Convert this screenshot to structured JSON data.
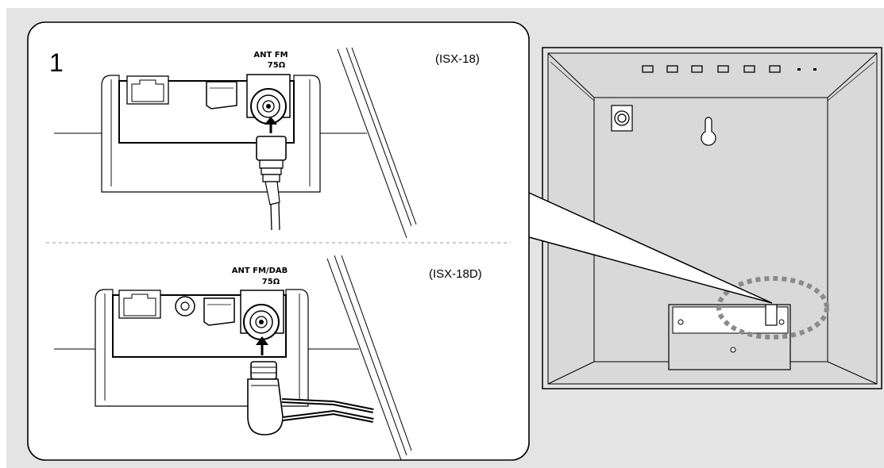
{
  "step_number": "1",
  "top_panel": {
    "connector_label": "ANT FM",
    "impedance_label": "75Ω",
    "model_label": "(ISX-18)"
  },
  "bottom_panel": {
    "connector_label": "ANT FM/DAB",
    "impedance_label": "75Ω",
    "model_label": "(ISX-18D)"
  },
  "colors": {
    "background": "#e4e4e4",
    "panel_fill": "#ffffff",
    "line": "#000000",
    "device_fill": "#d9d9d9",
    "highlight_dots": "#8a8a8a"
  }
}
